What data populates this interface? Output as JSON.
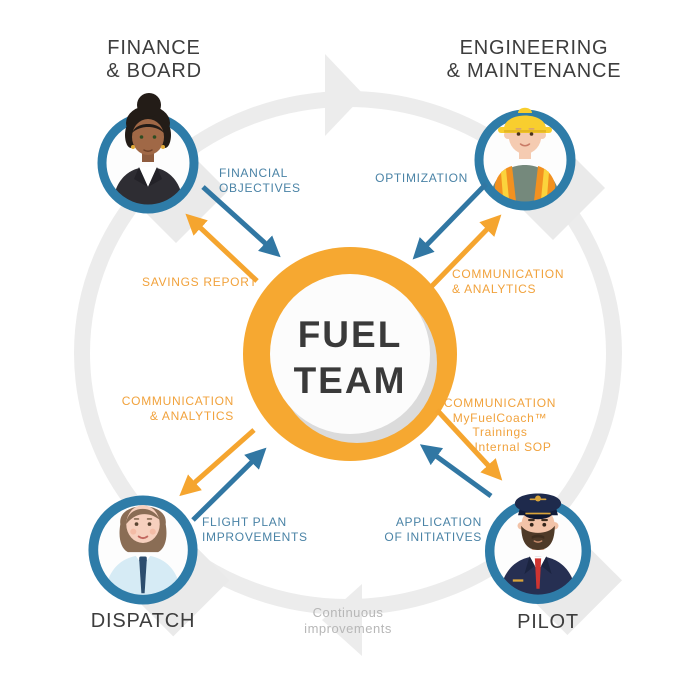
{
  "colors": {
    "arrow_blue": "#3177A3",
    "arrow_orange": "#F5A52F",
    "label_blue": "#4A83A6",
    "label_orange": "#F1A23C",
    "avatar_ring_blue": "#2E7CA8",
    "center_ring_orange": "#F6A831",
    "cycle_ring_gray": "#ECECEC",
    "title_text": "#3D3D3D",
    "caption_gray": "#B7B7B7"
  },
  "diagram": {
    "center": {
      "line1": "FUEL",
      "line2": "TEAM"
    },
    "caption": {
      "line1": "Continuous",
      "line2": "improvements"
    },
    "quadrants": {
      "finance": {
        "title1": "FINANCE",
        "title2": "& BOARD",
        "inflow": [
          "FINANCIAL",
          "OBJECTIVES"
        ],
        "outflow": [
          "SAVINGS REPORT"
        ]
      },
      "engineering": {
        "title1": "ENGINEERING",
        "title2": "& MAINTENANCE",
        "inflow": [
          "OPTIMIZATION"
        ],
        "outflow": [
          "COMMUNICATION",
          "& ANALYTICS"
        ]
      },
      "dispatch": {
        "title1": "DISPATCH",
        "inflow": [
          "FLIGHT PLAN",
          "IMPROVEMENTS"
        ],
        "outflow": [
          "COMMUNICATION",
          "& ANALYTICS"
        ]
      },
      "pilot": {
        "title1": "PILOT",
        "inflow": [
          "APPLICATION",
          "OF INITIATIVES"
        ],
        "outflow": [
          "COMMUNICATION",
          "MyFuelCoach™",
          "Trainings",
          "Internal SOP"
        ]
      }
    },
    "flows": [
      {
        "from": "finance-board",
        "to": "fuel-team",
        "label": "FINANCIAL OBJECTIVES",
        "color": "blue"
      },
      {
        "from": "fuel-team",
        "to": "finance-board",
        "label": "SAVINGS REPORT",
        "color": "orange"
      },
      {
        "from": "engineering-maintenance",
        "to": "fuel-team",
        "label": "OPTIMIZATION",
        "color": "blue"
      },
      {
        "from": "fuel-team",
        "to": "engineering-maintenance",
        "label": "COMMUNICATION & ANALYTICS",
        "color": "orange"
      },
      {
        "from": "dispatch",
        "to": "fuel-team",
        "label": "FLIGHT PLAN IMPROVEMENTS",
        "color": "blue"
      },
      {
        "from": "fuel-team",
        "to": "dispatch",
        "label": "COMMUNICATION & ANALYTICS",
        "color": "orange"
      },
      {
        "from": "pilot",
        "to": "fuel-team",
        "label": "APPLICATION OF INITIATIVES",
        "color": "blue"
      },
      {
        "from": "fuel-team",
        "to": "pilot",
        "label": "COMMUNICATION MyFuelCoach™ Trainings Internal SOP",
        "color": "orange"
      }
    ]
  }
}
